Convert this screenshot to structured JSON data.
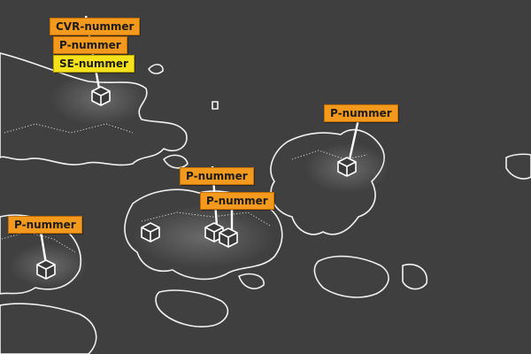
{
  "colors": {
    "background": "#3f3f3f",
    "coastline": "#f2f2f2",
    "tag_orange": "#f39a1e",
    "tag_yellow": "#f5e21a"
  },
  "icons": {
    "unit": "building-box-icon",
    "sign": "signpost-icon"
  },
  "tags": {
    "cvr": "CVR-nummer",
    "p_north": "P-nummer",
    "se": "SE-nummer",
    "p_east": "P-nummer",
    "p_center_1": "P-nummer",
    "p_center_2": "P-nummer",
    "p_west": "P-nummer"
  }
}
